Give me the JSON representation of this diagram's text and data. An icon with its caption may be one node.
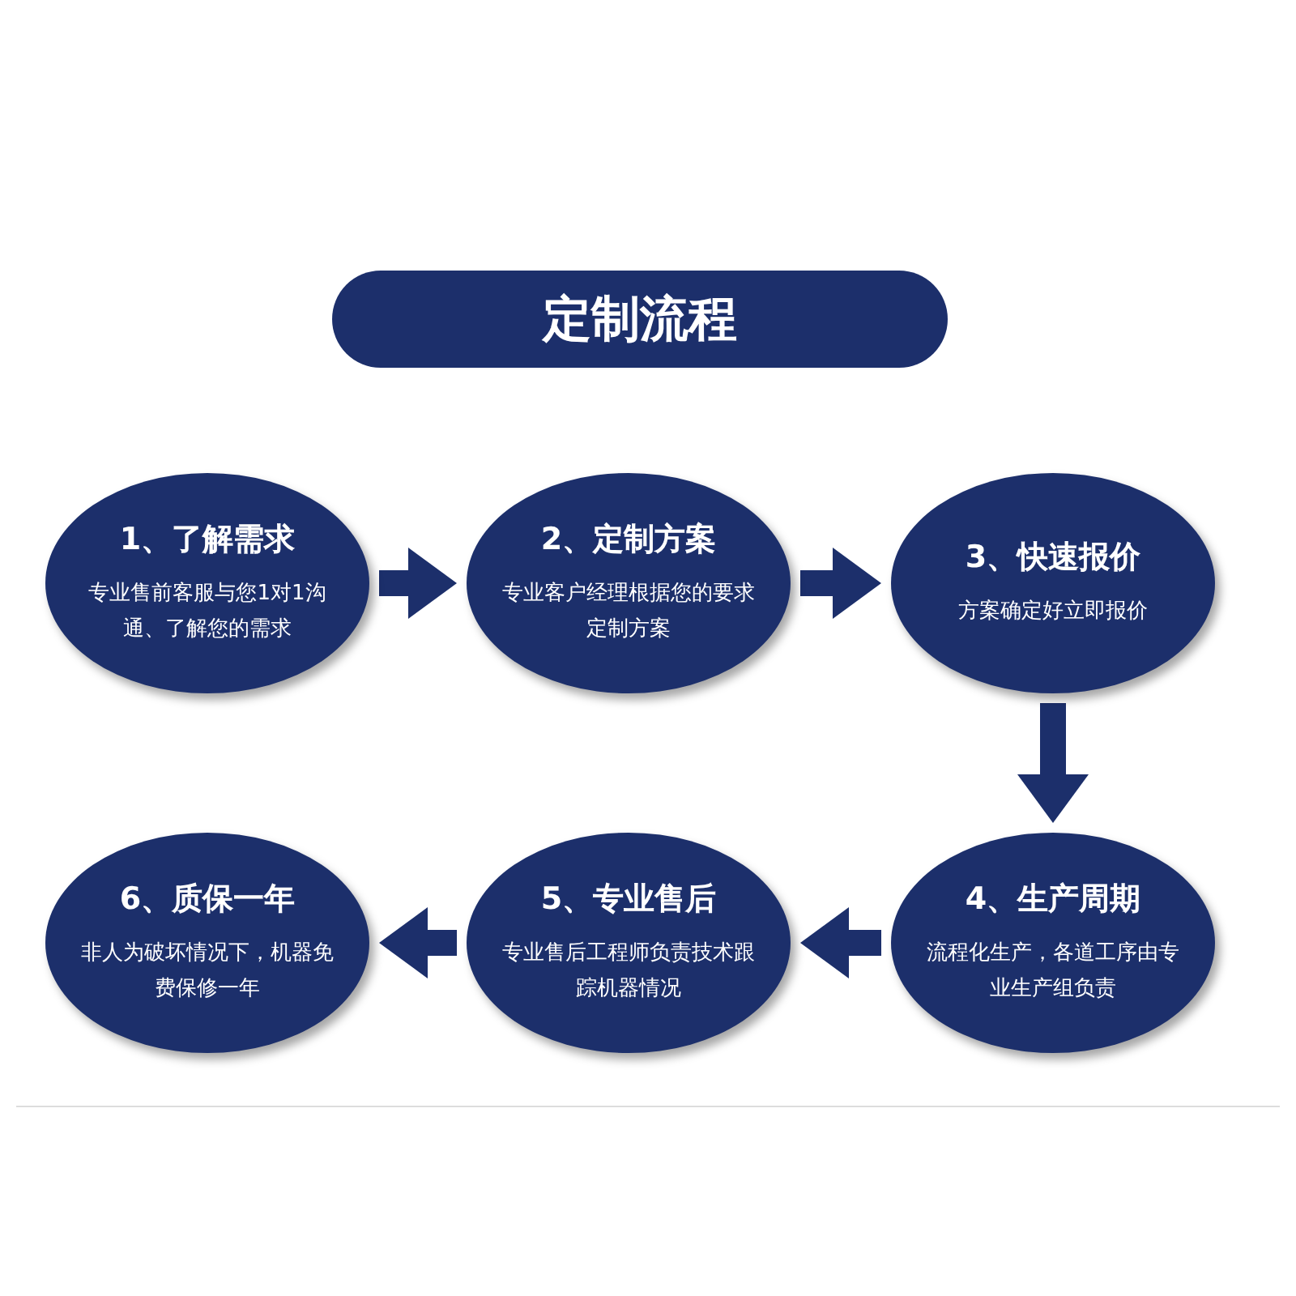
{
  "diagram": {
    "title": "定制流程",
    "nodes": [
      {
        "text": [
          "1、了解需求",
          "专业售前客服与您1对1沟通、了解您的需求"
        ]
      },
      {
        "text": [
          "2、定制方案",
          "专业客户经理根据您的要求定制方案"
        ]
      },
      {
        "text": [
          "3、快速报价",
          "方案确定好立即报价"
        ]
      },
      {
        "text": [
          "4、生产周期",
          "流程化生产，各道工序由专业生产组负责"
        ]
      },
      {
        "text": [
          "5、专业售后",
          "专业售后工程师负责技术跟踪机器情况"
        ]
      },
      {
        "text": [
          "6、质保一年",
          "非人为破坏情况下，机器免费保修一年"
        ]
      }
    ],
    "edges": [
      {
        "from": 0,
        "to": 1,
        "arrow": "to"
      },
      {
        "from": 1,
        "to": 2,
        "arrow": "to"
      },
      {
        "from": 2,
        "to": 3,
        "arrow": "to"
      },
      {
        "from": 3,
        "to": 4,
        "arrow": "to"
      },
      {
        "from": 4,
        "to": 5,
        "arrow": "to"
      }
    ]
  }
}
